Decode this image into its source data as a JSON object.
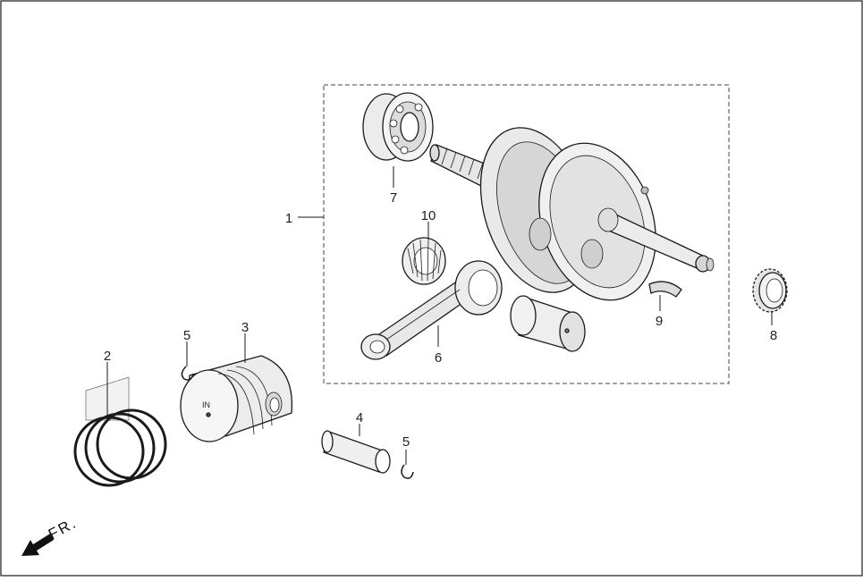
{
  "diagram": {
    "callouts": [
      {
        "id": "1",
        "label": "1"
      },
      {
        "id": "2",
        "label": "2"
      },
      {
        "id": "3",
        "label": "3"
      },
      {
        "id": "4",
        "label": "4"
      },
      {
        "id": "5a",
        "label": "5"
      },
      {
        "id": "5b",
        "label": "5"
      },
      {
        "id": "6",
        "label": "6"
      },
      {
        "id": "7",
        "label": "7"
      },
      {
        "id": "8",
        "label": "8"
      },
      {
        "id": "9",
        "label": "9"
      },
      {
        "id": "10",
        "label": "10"
      }
    ],
    "piston_mark": "IN",
    "front_indicator": "FR.",
    "colors": {
      "ink": "#1a1a1a",
      "part_fill": "#e8e8e8",
      "part_shade": "#c4c4c4",
      "background": "#ffffff"
    }
  }
}
